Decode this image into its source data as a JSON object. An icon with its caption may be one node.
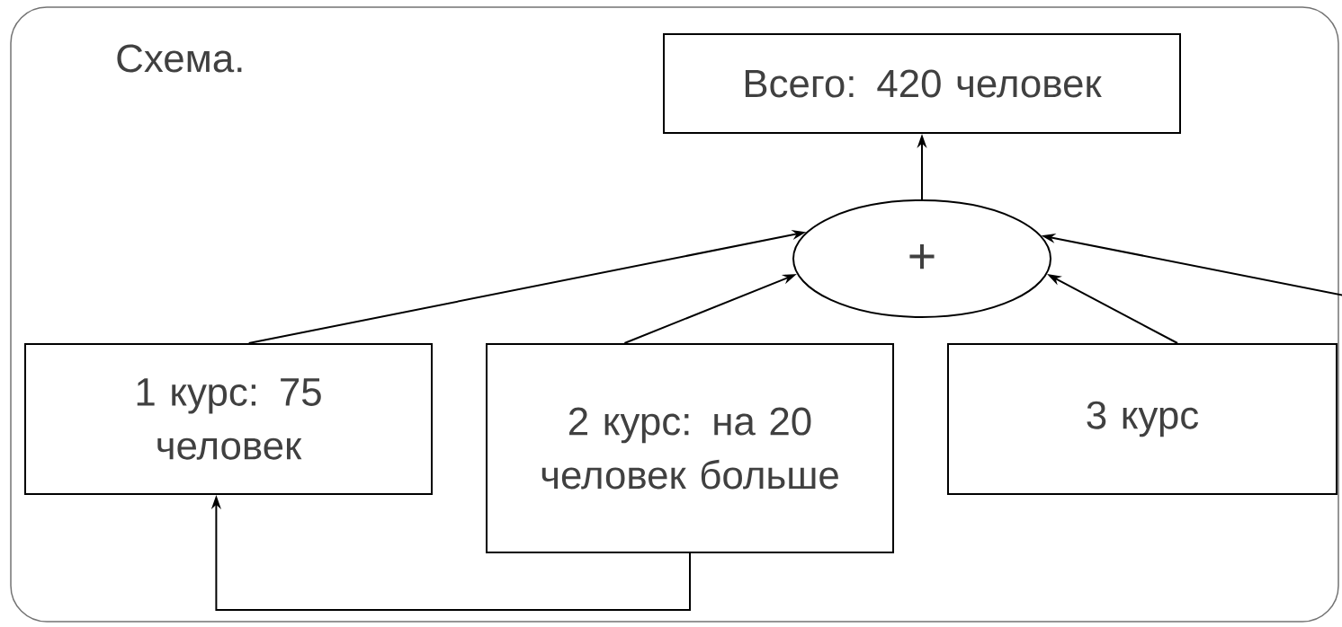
{
  "diagram": {
    "nodes": [
      {
        "text": [
          "Всего: 420 человек"
        ]
      },
      {
        "text": [
          "+"
        ]
      },
      {
        "text": [
          "1 курс: 75 человек"
        ]
      },
      {
        "text": [
          "2 курс: на 20 человек больше"
        ]
      },
      {
        "text": [
          "3 курс"
        ]
      }
    ],
    "edges": [
      {
        "from": 1,
        "to": 0,
        "arrow": "to"
      },
      {
        "from": 2,
        "to": 1,
        "arrow": "to"
      },
      {
        "from": 3,
        "to": 1,
        "arrow": "to"
      },
      {
        "from": 4,
        "to": 1,
        "arrow": "to"
      },
      {
        "from": null,
        "to": 1,
        "arrow": "to"
      },
      {
        "from": 3,
        "to": 2,
        "arrow": "to"
      }
    ],
    "labels": [
      "Схема."
    ]
  }
}
